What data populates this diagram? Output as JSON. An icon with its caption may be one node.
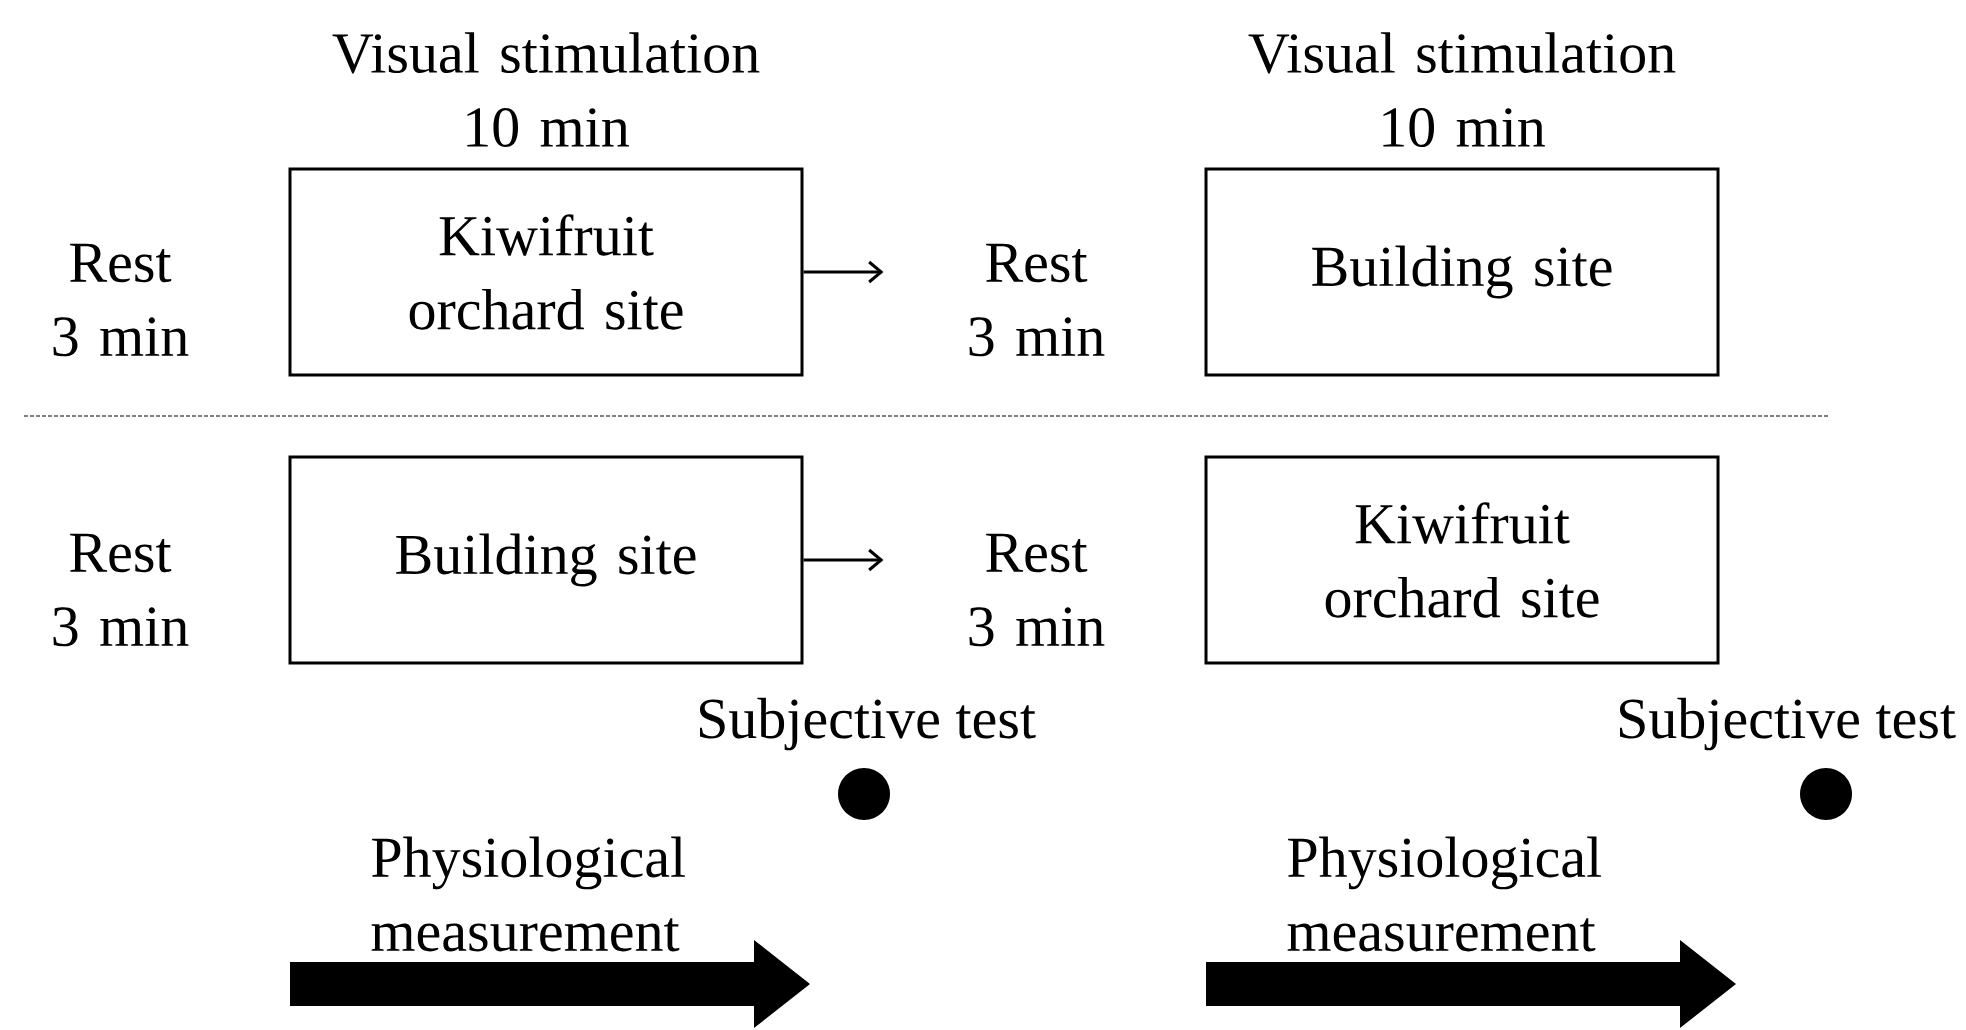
{
  "diagram": {
    "nodes": [
      {
        "text": [
          "Visual stimulation 10 min",
          "Kiwifruit orchard site"
        ]
      },
      {
        "text": [
          "Visual stimulation 10 min",
          "Building site"
        ]
      },
      {
        "text": [
          "Building site"
        ]
      },
      {
        "text": [
          "Kiwifruit orchard site"
        ]
      },
      {
        "text": [],
        "shape": "circle",
        "beside": [
          "Subjective test"
        ]
      },
      {
        "text": [],
        "shape": "circle",
        "beside": [
          "Subjective test"
        ]
      }
    ],
    "edges": [
      {
        "from": 0,
        "to": null,
        "arrow": "to"
      },
      {
        "from": 2,
        "to": null,
        "arrow": "to"
      }
    ],
    "labels": [
      "Rest 3 min",
      "Rest 3 min",
      "Rest 3 min",
      "Rest 3 min",
      "Physiological measurement",
      "Physiological measurement"
    ]
  }
}
